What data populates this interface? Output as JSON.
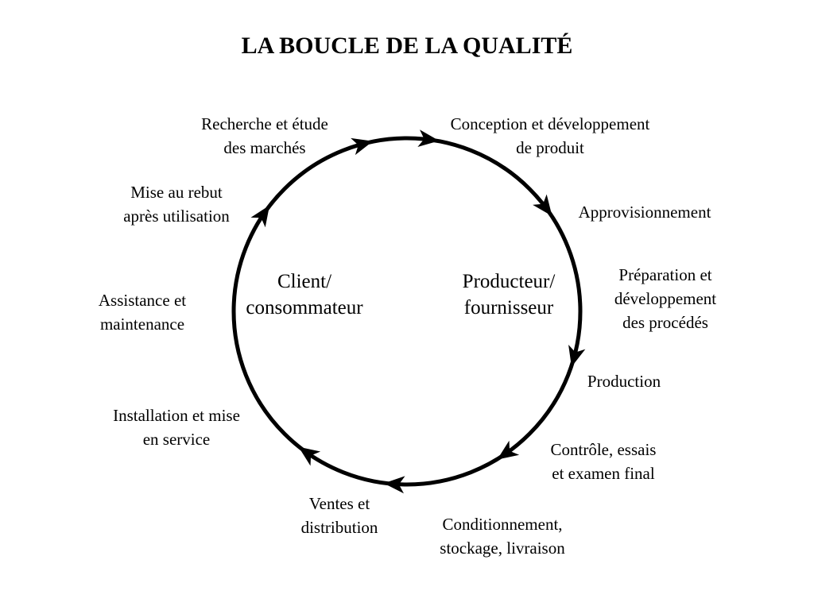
{
  "title": "LA BOUCLE DE LA QUALITÉ",
  "center": {
    "left": [
      "Client/",
      "consommateur"
    ],
    "right": [
      "Producteur/",
      "fournisseur"
    ]
  },
  "stages": [
    {
      "lines": [
        "Recherche et étude",
        "des marchés"
      ]
    },
    {
      "lines": [
        "Conception et développement",
        "de produit"
      ]
    },
    {
      "lines": [
        "Approvisionnement"
      ]
    },
    {
      "lines": [
        "Préparation et",
        "développement",
        "des procédés"
      ]
    },
    {
      "lines": [
        "Production"
      ]
    },
    {
      "lines": [
        "Contrôle, essais",
        "et examen final"
      ]
    },
    {
      "lines": [
        "Conditionnement,",
        "stockage, livraison"
      ]
    },
    {
      "lines": [
        "Ventes et",
        "distribution"
      ]
    },
    {
      "lines": [
        "Installation et mise",
        "en service"
      ]
    },
    {
      "lines": [
        "Assistance et",
        "maintenance"
      ]
    },
    {
      "lines": [
        "Mise au rebut",
        "après utilisation"
      ]
    }
  ],
  "colors": {
    "line": "#000000",
    "text": "#000000",
    "background": "#ffffff"
  }
}
